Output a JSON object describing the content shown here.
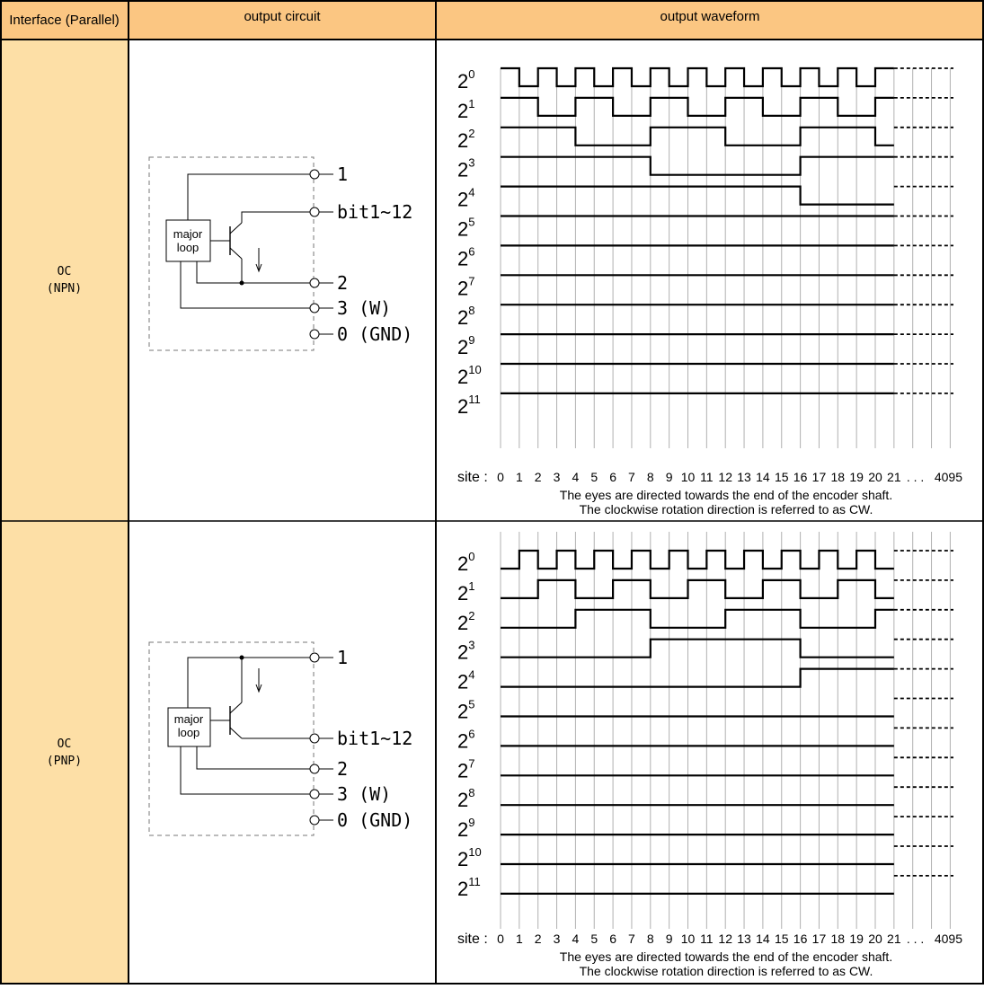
{
  "header": {
    "interface": "Interface (Parallel)",
    "circuit": "output circuit",
    "waveform": "output waveform"
  },
  "rows": [
    {
      "type_code": "OC",
      "type_name": "(NPN)",
      "circuit": {
        "block_line1": "major",
        "block_line2": "loop",
        "terminals": [
          "1",
          "bit1~12",
          "2",
          "3 (W)",
          "0 (GND)"
        ]
      },
      "waveform": {
        "bit_labels": [
          {
            "base": "2",
            "exp": "0"
          },
          {
            "base": "2",
            "exp": "1"
          },
          {
            "base": "2",
            "exp": "2"
          },
          {
            "base": "2",
            "exp": "3"
          },
          {
            "base": "2",
            "exp": "4"
          },
          {
            "base": "2",
            "exp": "5"
          },
          {
            "base": "2",
            "exp": "6"
          },
          {
            "base": "2",
            "exp": "7"
          },
          {
            "base": "2",
            "exp": "8"
          },
          {
            "base": "2",
            "exp": "9"
          },
          {
            "base": "2",
            "exp": "10"
          },
          {
            "base": "2",
            "exp": "11"
          }
        ],
        "site_label": "site :",
        "site_ticks": [
          "0",
          "1",
          "2",
          "3",
          "4",
          "5",
          "6",
          "7",
          "8",
          "9",
          "10",
          "11",
          "12",
          "13",
          "14",
          "15",
          "16",
          "17",
          "18",
          "19",
          "20",
          "21"
        ],
        "site_ellipsis": ". . .",
        "site_last": "4095",
        "note_line1": "The eyes are directed towards the end of the encoder shaft.",
        "note_line2": "The clockwise rotation direction is referred to as CW.",
        "logic": "inverted"
      }
    },
    {
      "type_code": "OC",
      "type_name": "(PNP)",
      "circuit": {
        "block_line1": "major",
        "block_line2": "loop",
        "terminals": [
          "1",
          "bit1~12",
          "2",
          "3 (W)",
          "0 (GND)"
        ]
      },
      "waveform": {
        "bit_labels": [
          {
            "base": "2",
            "exp": "0"
          },
          {
            "base": "2",
            "exp": "1"
          },
          {
            "base": "2",
            "exp": "2"
          },
          {
            "base": "2",
            "exp": "3"
          },
          {
            "base": "2",
            "exp": "4"
          },
          {
            "base": "2",
            "exp": "5"
          },
          {
            "base": "2",
            "exp": "6"
          },
          {
            "base": "2",
            "exp": "7"
          },
          {
            "base": "2",
            "exp": "8"
          },
          {
            "base": "2",
            "exp": "9"
          },
          {
            "base": "2",
            "exp": "10"
          },
          {
            "base": "2",
            "exp": "11"
          }
        ],
        "site_label": "site :",
        "site_ticks": [
          "0",
          "1",
          "2",
          "3",
          "4",
          "5",
          "6",
          "7",
          "8",
          "9",
          "10",
          "11",
          "12",
          "13",
          "14",
          "15",
          "16",
          "17",
          "18",
          "19",
          "20",
          "21"
        ],
        "site_ellipsis": ". . .",
        "site_last": "4095",
        "note_line1": "The eyes are directed towards the end of the encoder shaft.",
        "note_line2": "The clockwise rotation direction is referred to as CW.",
        "logic": "normal"
      }
    }
  ],
  "colors": {
    "header_bg": "#fbc682",
    "interface_bg": "#fddfa6",
    "grid_line": "#b0b0b0",
    "signal_line": "#000000",
    "border": "#000000"
  }
}
